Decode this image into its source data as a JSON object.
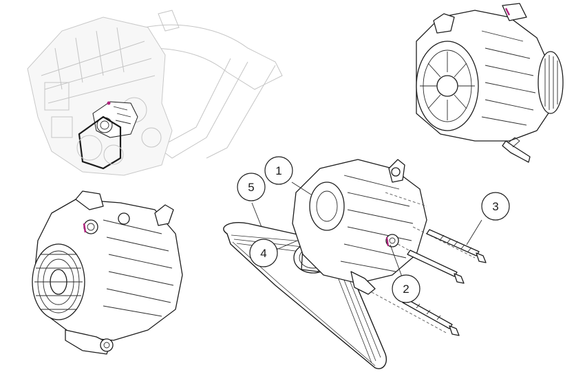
{
  "diagram": {
    "callouts": [
      {
        "id": "1",
        "label": "1"
      },
      {
        "id": "2",
        "label": "2"
      },
      {
        "id": "3",
        "label": "3"
      },
      {
        "id": "4",
        "label": "4"
      },
      {
        "id": "5",
        "label": "5"
      }
    ],
    "highlight_color": "#b0237e",
    "line_color": "#1c1c1c",
    "ghost_color": "#c4c4c4"
  }
}
